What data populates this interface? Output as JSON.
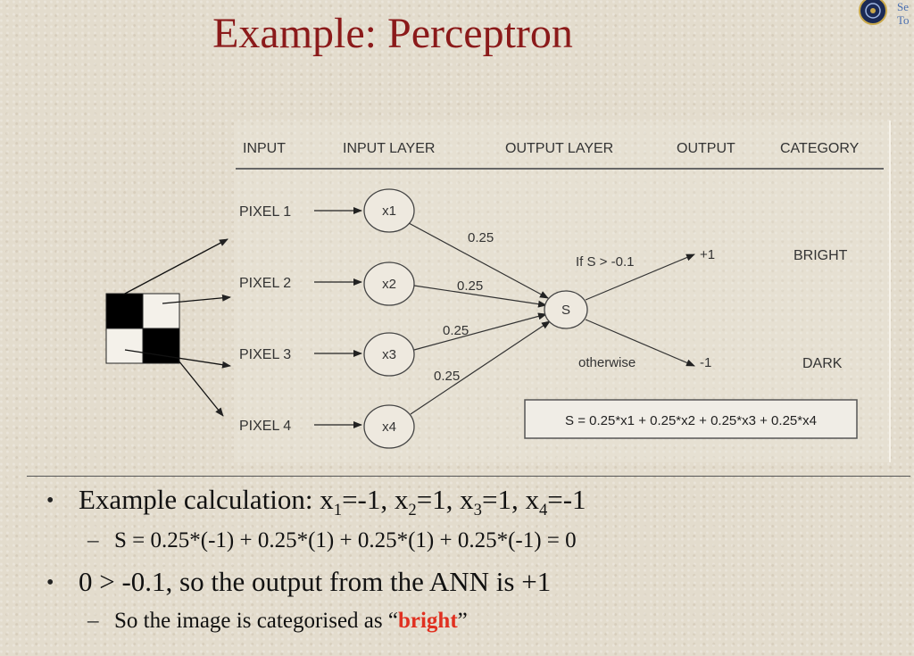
{
  "title": "Example: Perceptron",
  "logo_text": [
    "Se",
    "To"
  ],
  "diagram": {
    "headers": [
      "INPUT",
      "INPUT LAYER",
      "OUTPUT LAYER",
      "OUTPUT",
      "CATEGORY"
    ],
    "pixels": [
      "PIXEL 1",
      "PIXEL 2",
      "PIXEL 3",
      "PIXEL 4"
    ],
    "nodes": [
      "x1",
      "x2",
      "x3",
      "x4"
    ],
    "weights": [
      "0.25",
      "0.25",
      "0.25",
      "0.25"
    ],
    "sum_node": "S",
    "condition": "If  S > -0.1",
    "otherwise": "otherwise",
    "outputs": [
      "+1",
      "-1"
    ],
    "categories": [
      "BRIGHT",
      "DARK"
    ],
    "formula": "S = 0.25*x1 + 0.25*x2 + 0.25*x3 + 0.25*x4"
  },
  "bullets": {
    "b1_prefix": "Example calculation: x",
    "b1_parts": [
      {
        "sub": "1",
        "text": "=-1, x"
      },
      {
        "sub": "2",
        "text": "=1, x"
      },
      {
        "sub": "3",
        "text": "=1, x"
      },
      {
        "sub": "4",
        "text": "=-1"
      }
    ],
    "b1_sub": "S = 0.25*(-1) + 0.25*(1) + 0.25*(1) + 0.25*(-1) = 0",
    "b2": "0 > -0.1, so the output from the ANN is +1",
    "b2_sub_prefix": "So the image is categorised as “",
    "b2_sub_highlight": "bright",
    "b2_sub_suffix": "”"
  }
}
